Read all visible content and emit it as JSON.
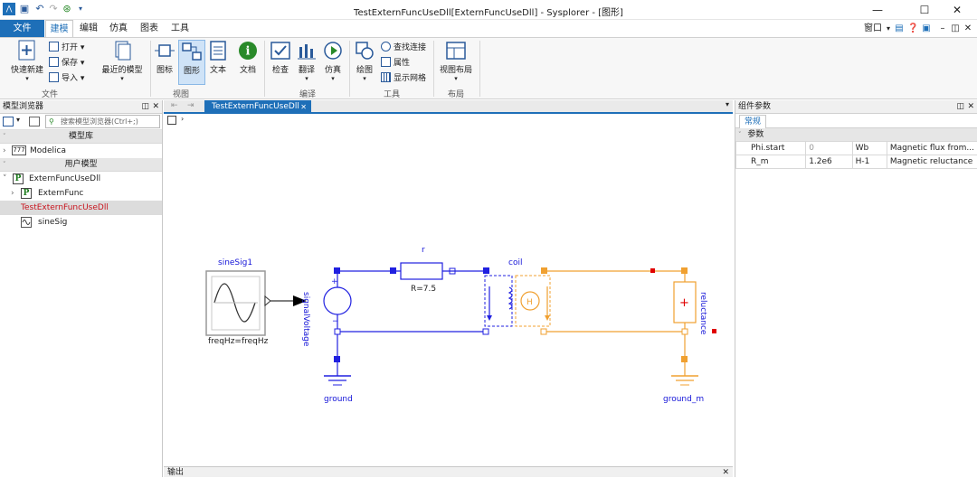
{
  "window": {
    "title": "TestExternFuncUseDll[ExternFuncUseDll] - Sysplorer - [图形]",
    "controls": [
      "minimize-icon",
      "maximize-icon",
      "close-icon"
    ]
  },
  "menu": {
    "tabs": [
      "文件",
      "建模",
      "编辑",
      "仿真",
      "图表",
      "工具"
    ],
    "active": "建模",
    "right": {
      "window_label": "窗口"
    }
  },
  "ribbon": {
    "groups": [
      {
        "label": "文件",
        "big": [
          {
            "label": "快速新建"
          }
        ],
        "small": [
          "打开",
          "保存",
          "导入"
        ]
      },
      {
        "label": "",
        "big": [
          {
            "label": "最近的模型"
          }
        ]
      },
      {
        "label": "视图",
        "big": [
          {
            "label": "图标"
          },
          {
            "label": "图形"
          },
          {
            "label": "文本"
          },
          {
            "label": "文档"
          }
        ]
      },
      {
        "label": "编译",
        "big": [
          {
            "label": "检查"
          },
          {
            "label": "翻译"
          },
          {
            "label": "仿真"
          }
        ]
      },
      {
        "label": "工具",
        "big": [
          {
            "label": "绘图"
          }
        ],
        "small": [
          "查找连接",
          "属性",
          "显示网格"
        ]
      },
      {
        "label": "布局",
        "big": [
          {
            "label": "视图布局"
          }
        ]
      }
    ],
    "active_view": "图形"
  },
  "model_browser": {
    "title": "模型浏览器",
    "search_placeholder": "搜索模型浏览器(Ctrl+;)",
    "section_library": "模型库",
    "library_item": "Modelica",
    "section_user": "用户模型",
    "tree": [
      {
        "label": "ExternFuncUseDll",
        "level": 0,
        "icon": "P"
      },
      {
        "label": "ExternFunc",
        "level": 1,
        "icon": "P"
      },
      {
        "label": "TestExternFuncUseDll",
        "level": 1,
        "icon": "",
        "selected": true
      },
      {
        "label": "sineSig",
        "level": 1,
        "icon": "wave"
      }
    ]
  },
  "document_tab": {
    "label": "TestExternFuncUseDll"
  },
  "diagram": {
    "labels": {
      "sineSig1": "sineSig1",
      "freq": "freqHz=freqHz",
      "signalVoltage": "signalVoltage",
      "r": "r",
      "r_value": "R=7.5",
      "coil": "coil",
      "reluctance": "reluctance",
      "ground": "ground",
      "ground_m": "ground_m"
    },
    "colors": {
      "electric": "#1515d8",
      "magnetic": "#f0a030",
      "wire_blue": "#2020e0",
      "red_marker": "#e00000"
    }
  },
  "component_params": {
    "title": "组件参数",
    "tab": "常规",
    "section": "参数",
    "rows": [
      {
        "name": "Phi.start",
        "value": "0",
        "unit": "Wb",
        "desc": "Magnetic flux from..."
      },
      {
        "name": "R_m",
        "value": "1.2e6",
        "unit": "H-1",
        "desc": "Magnetic reluctance"
      }
    ]
  },
  "output": {
    "title": "输出"
  }
}
